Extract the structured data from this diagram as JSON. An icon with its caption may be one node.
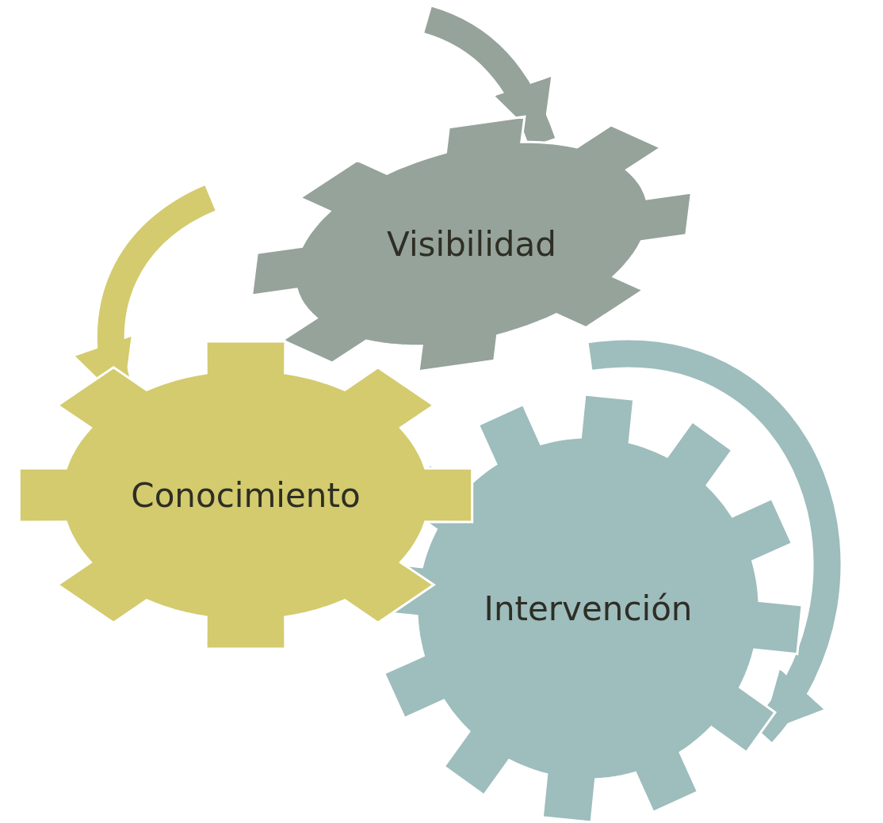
{
  "diagram": {
    "nodes": [
      {
        "text": [
          "Visibilidad"
        ]
      },
      {
        "text": [
          "Conocimiento"
        ]
      },
      {
        "text": [
          "Intervención"
        ]
      }
    ],
    "edges": [
      {
        "from": null,
        "to": 0,
        "arrow": "to",
        "color": "#95a39b"
      },
      {
        "from": null,
        "to": 1,
        "arrow": "to",
        "color": "#d3cb6e"
      },
      {
        "from": null,
        "to": 2,
        "arrow": "to",
        "color": "#9ebdbd"
      }
    ]
  }
}
